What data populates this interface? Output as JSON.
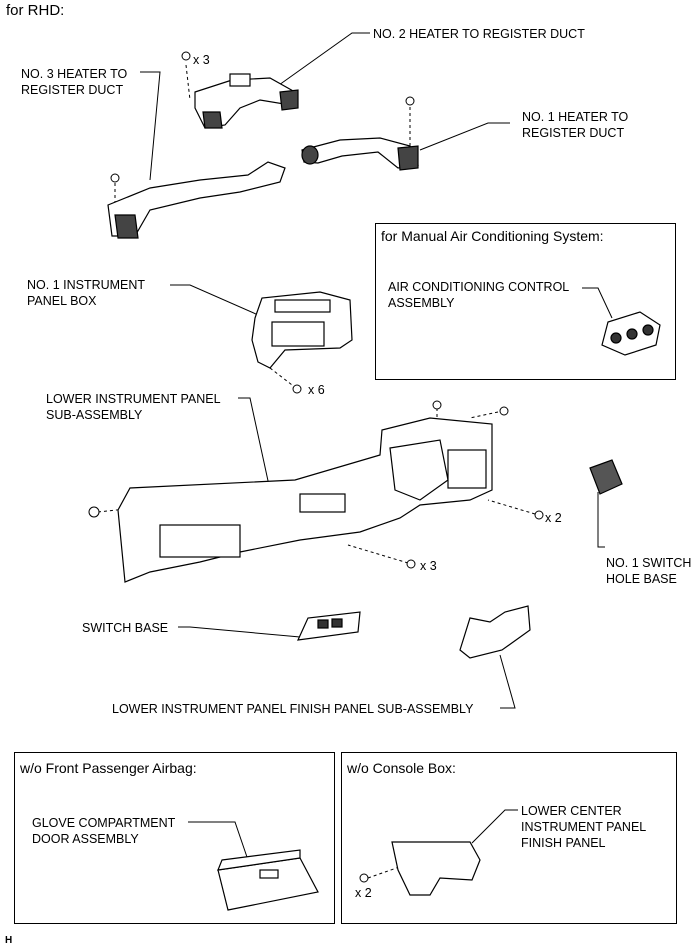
{
  "heading": "for RHD:",
  "labels": {
    "no2_duct": "NO. 2 HEATER TO REGISTER DUCT",
    "no3_duct_1": "NO. 3 HEATER TO",
    "no3_duct_2": "REGISTER DUCT",
    "no1_duct_1": "NO. 1 HEATER TO",
    "no1_duct_2": "REGISTER DUCT",
    "panel_box_1": "NO. 1 INSTRUMENT",
    "panel_box_2": "PANEL BOX",
    "lower_panel_1": "LOWER INSTRUMENT PANEL",
    "lower_panel_2": "SUB-ASSEMBLY",
    "switch_hole_1": "NO. 1 SWITCH",
    "switch_hole_2": "HOLE BASE",
    "switch_base": "SWITCH BASE",
    "finish_panel": "LOWER INSTRUMENT PANEL FINISH PANEL SUB-ASSEMBLY"
  },
  "qty": {
    "clips_x3": "x 3",
    "bolts_x6": "x 6",
    "bolts_x2": "x 2",
    "bolts_lower_x3": "x 3"
  },
  "manual_ac_box": {
    "title": "for Manual Air Conditioning System:",
    "label_1": "AIR CONDITIONING CONTROL",
    "label_2": "ASSEMBLY"
  },
  "airbag_box": {
    "title": "w/o Front Passenger Airbag:",
    "label_1": "GLOVE COMPARTMENT",
    "label_2": "DOOR ASSEMBLY"
  },
  "console_box": {
    "title": "w/o Console Box:",
    "label_1": "LOWER CENTER",
    "label_2": "INSTRUMENT PANEL",
    "label_3": "FINISH PANEL",
    "qty": "x 2"
  },
  "footer_code": "H"
}
